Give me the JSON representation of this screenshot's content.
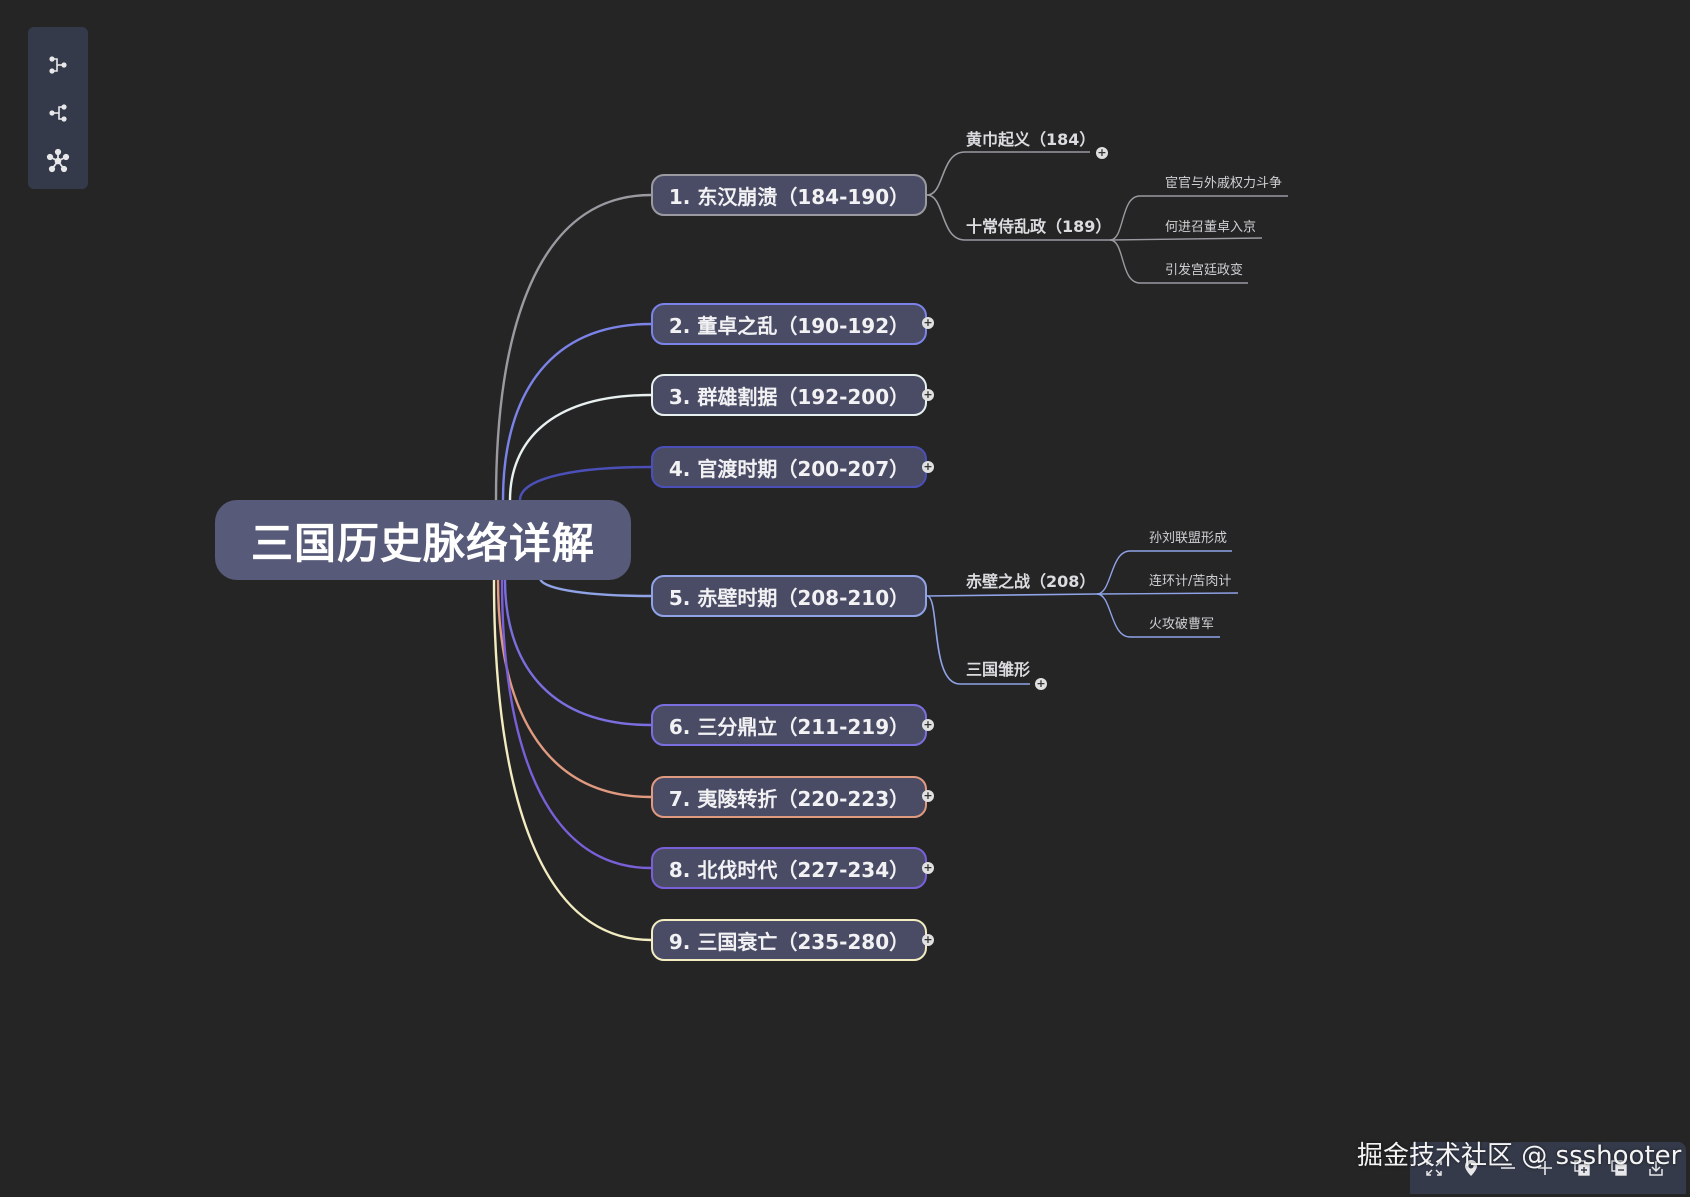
{
  "root": {
    "title": "三国历史脉络详解"
  },
  "branches": [
    {
      "label": "1. 东汉崩溃（184-190）",
      "color": "#9a9aa0"
    },
    {
      "label": "2. 董卓之乱（190-192）",
      "color": "#7b83e8"
    },
    {
      "label": "3. 群雄割据（192-200）",
      "color": "#e8f0f0"
    },
    {
      "label": "4. 官渡时期（200-207）",
      "color": "#4b4fb8"
    },
    {
      "label": "5. 赤壁时期（208-210）",
      "color": "#8fa3e6"
    },
    {
      "label": "6. 三分鼎立（211-219）",
      "color": "#7b6fe0"
    },
    {
      "label": "7. 夷陵转折（220-223）",
      "color": "#e09a80"
    },
    {
      "label": "8. 北伐时代（227-234）",
      "color": "#7a60d8"
    },
    {
      "label": "9. 三国衰亡（235-280）",
      "color": "#f2ecc0"
    }
  ],
  "sub_b1": {
    "huangjin": "黄巾起义（184）",
    "shichang": "十常侍乱政（189）",
    "leaves": [
      "宦官与外戚权力斗争",
      "何进召董卓入京",
      "引发宫廷政变"
    ]
  },
  "sub_b5": {
    "chibi": "赤壁之战（208）",
    "sanguo": "三国雏形",
    "leaves": [
      "孙刘联盟形成",
      "连环计/苦肉计",
      "火攻破曹军"
    ]
  },
  "collapse_symbol": "+",
  "watermark": "掘金技术社区 @ ssshooter",
  "icons": {
    "left_toolbar": [
      "layout-right-icon",
      "layout-left-icon",
      "layout-radial-icon"
    ],
    "bottom_toolbar": [
      "fullscreen-icon",
      "locate-icon",
      "zoom-out-icon",
      "zoom-in-icon",
      "expand-all-icon",
      "collapse-all-icon",
      "export-icon"
    ]
  }
}
